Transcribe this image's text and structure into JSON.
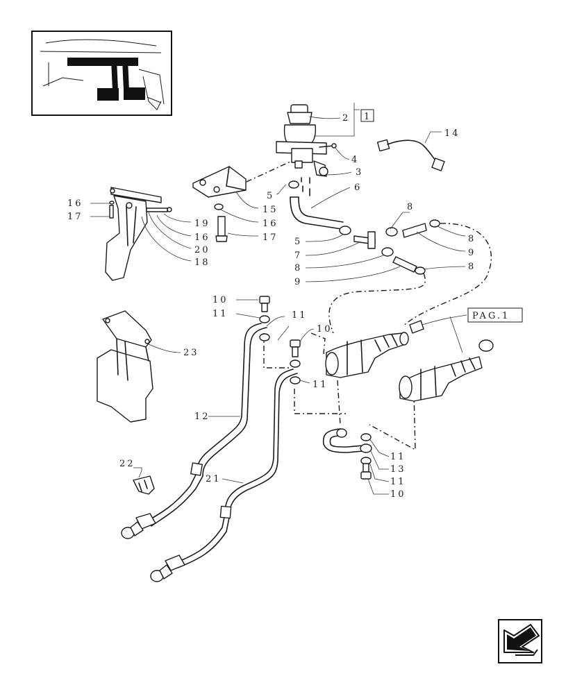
{
  "diagram": {
    "ref_box_label": "1",
    "page_ref_label": "PAG.1",
    "callouts": [
      "2",
      "4",
      "3",
      "5",
      "6",
      "14",
      "16",
      "17",
      "19",
      "16",
      "20",
      "18",
      "15",
      "16",
      "17",
      "8",
      "5",
      "7",
      "8",
      "9",
      "8",
      "9",
      "8",
      "10",
      "11",
      "11",
      "10",
      "11",
      "23",
      "12",
      "22",
      "21",
      "11",
      "13",
      "11",
      "10"
    ]
  },
  "colors": {
    "ink": "#1a1a1a",
    "paper": "#ffffff"
  },
  "icons": {
    "navigation": "back-arrow-icon",
    "inset": "pedal-location-thumbnail"
  }
}
